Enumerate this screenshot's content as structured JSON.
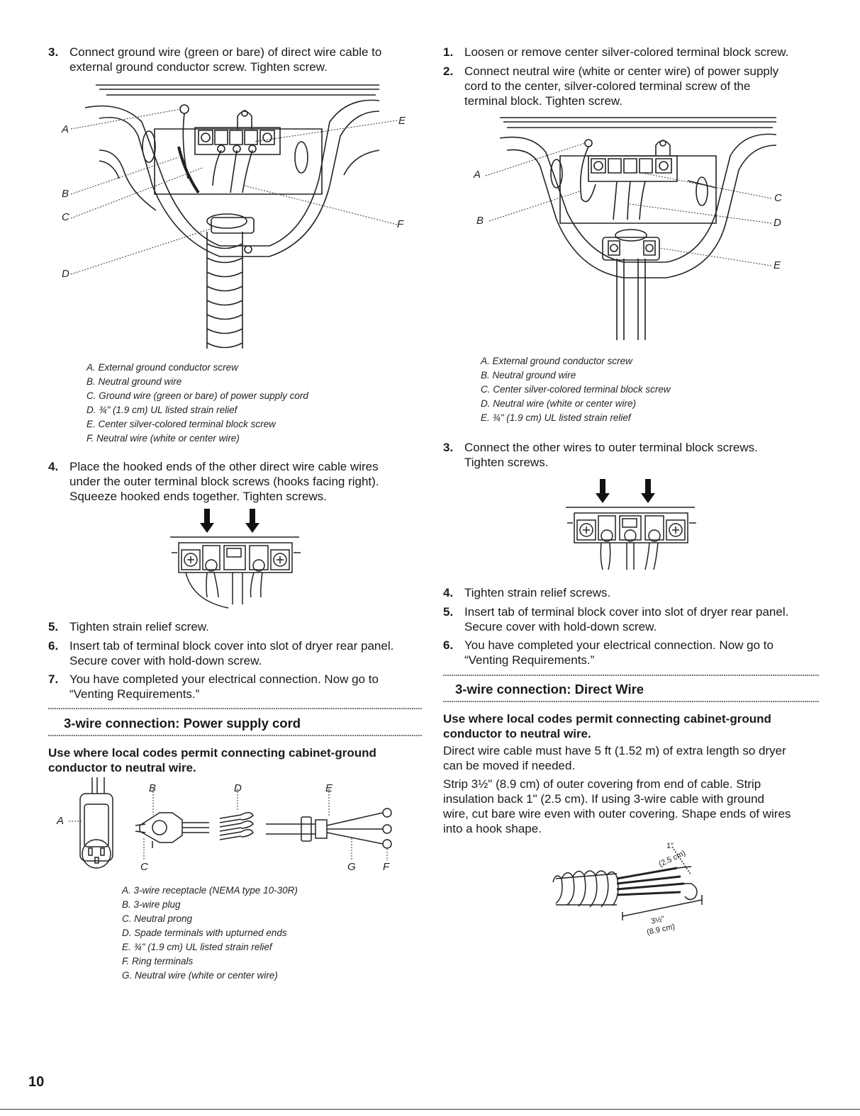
{
  "left": {
    "step3": {
      "num": "3.",
      "line1": "Connect ground wire (green or bare) of direct wire cable to",
      "line2": "external ground conductor screw. Tighten screw."
    },
    "fig1_labels": {
      "a": "A",
      "b": "B",
      "c": "C",
      "d": "D",
      "e": "E",
      "f": "F"
    },
    "fig1_legend": [
      "A. External ground conductor screw",
      "B. Neutral ground wire",
      "C. Ground wire (green or bare) of power supply cord",
      "D. ¾\" (1.9 cm) UL listed strain relief",
      "E. Center silver-colored terminal block screw",
      "F. Neutral wire (white or center wire)"
    ],
    "step4": {
      "num": "4.",
      "line1": "Place the hooked ends of the other direct wire cable wires",
      "line2": "under the outer terminal block screws (hooks facing right).",
      "line3": "Squeeze hooked ends together. Tighten screws."
    },
    "step5": {
      "num": "5.",
      "text": "Tighten strain relief screw."
    },
    "step6": {
      "num": "6.",
      "line1": "Insert tab of terminal block cover into slot of dryer rear panel.",
      "line2": "Secure cover with hold-down screw."
    },
    "step7": {
      "num": "7.",
      "line1": "You have completed your electrical connection. Now go to",
      "line2": "“Venting Requirements.”"
    },
    "section_title": "3-wire connection: Power supply cord",
    "note_line1": "Use where local codes permit connecting cabinet-ground",
    "note_line2": "conductor to neutral wire.",
    "fig3_labels": {
      "a": "A",
      "b": "B",
      "c": "C",
      "d": "D",
      "e": "E",
      "f": "F",
      "g": "G"
    },
    "fig3_legend": [
      "A. 3-wire receptacle (NEMA type 10-30R)",
      "B. 3-wire plug",
      "C. Neutral prong",
      "D. Spade terminals with upturned ends",
      "E. ¾\" (1.9 cm) UL listed strain relief",
      "F. Ring terminals",
      "G. Neutral wire (white or center wire)"
    ]
  },
  "right": {
    "step1": {
      "num": "1.",
      "text": "Loosen or remove center silver-colored terminal block screw."
    },
    "step2": {
      "num": "2.",
      "line1": "Connect neutral wire (white or center wire) of power supply",
      "line2": "cord to the center, silver-colored terminal screw of the",
      "line3": "terminal block. Tighten screw."
    },
    "fig2_labels": {
      "a": "A",
      "b": "B",
      "c": "C",
      "d": "D",
      "e": "E"
    },
    "fig2_legend": [
      "A. External ground conductor screw",
      "B. Neutral ground wire",
      "C. Center silver-colored terminal block screw",
      "D. Neutral wire (white or center wire)",
      "E. ¾\" (1.9 cm) UL listed strain relief"
    ],
    "step3": {
      "num": "3.",
      "line1": "Connect the other wires to outer terminal block screws.",
      "line2": "Tighten screws."
    },
    "step4": {
      "num": "4.",
      "text": "Tighten strain relief screws."
    },
    "step5": {
      "num": "5.",
      "line1": "Insert tab of terminal block cover into slot of dryer rear panel.",
      "line2": "Secure cover with hold-down screw."
    },
    "step6": {
      "num": "6.",
      "line1": "You have completed your electrical connection. Now go to",
      "line2": "“Venting Requirements.”"
    },
    "section_title": "3-wire connection: Direct Wire",
    "note_line1": "Use where local codes permit connecting cabinet-ground",
    "note_line2": "conductor to neutral wire.",
    "para1_line1": "Direct wire cable must have 5 ft (1.52 m) of extra length so dryer",
    "para1_line2": "can be moved if needed.",
    "para2_line1": "Strip 3½\" (8.9 cm) of outer covering from end of cable. Strip",
    "para2_line2": "insulation back 1\" (2.5 cm). If using 3-wire cable with ground",
    "para2_line3": "wire, cut bare wire even with outer covering. Shape ends of wires",
    "para2_line4": "into a hook shape.",
    "fig_strip": {
      "one_inch": "1\"",
      "one_inch_cm": "(2.5 cm)",
      "three_half": "3½\"",
      "three_half_cm": "(8.9 cm)"
    }
  },
  "page_number": "10"
}
